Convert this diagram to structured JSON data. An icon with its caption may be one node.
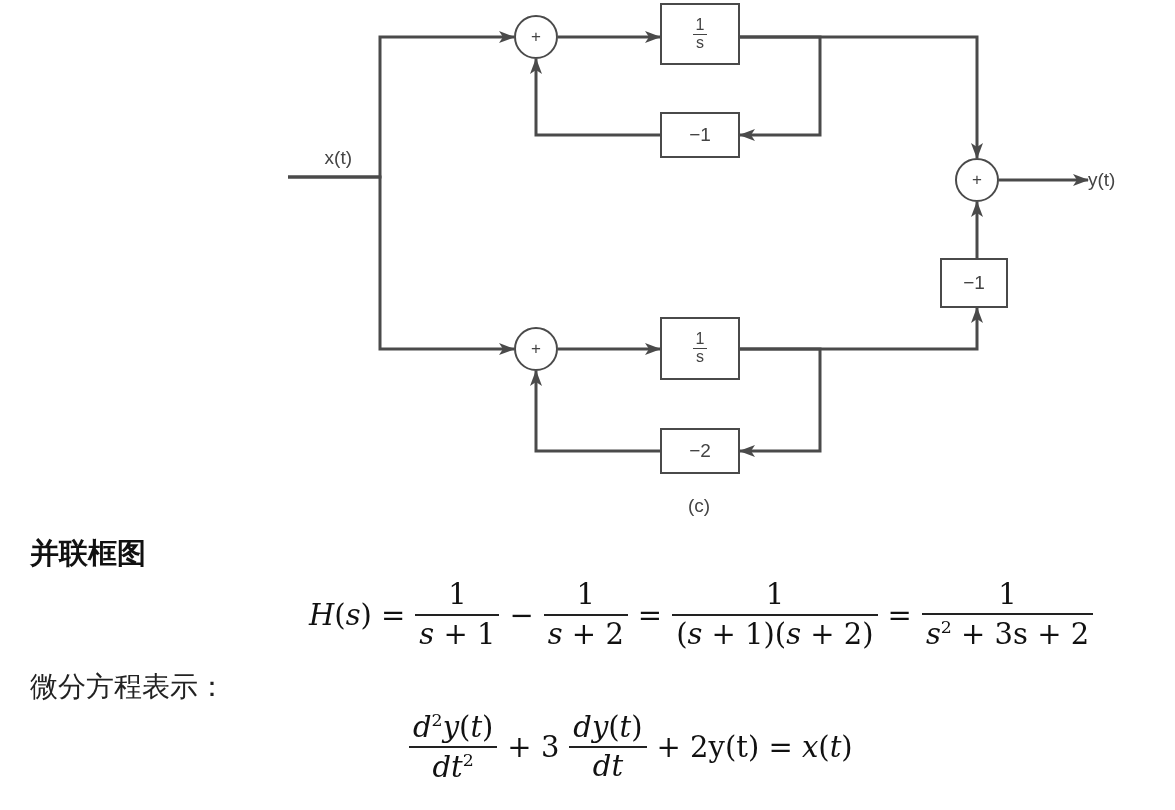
{
  "diagram": {
    "nodes": [
      {
        "text": [
          "x(t)"
        ]
      },
      {
        "text": [
          "+"
        ]
      },
      {
        "text": [
          "1",
          "s"
        ]
      },
      {
        "text": [
          "−1"
        ]
      },
      {
        "text": [
          "+"
        ]
      },
      {
        "text": [
          "y(t)"
        ]
      },
      {
        "text": [
          "−1"
        ]
      },
      {
        "text": [
          "+"
        ]
      },
      {
        "text": [
          "1",
          "s"
        ]
      },
      {
        "text": [
          "−2"
        ]
      }
    ],
    "edges": [
      {
        "from": 0,
        "to": 1,
        "arrow": "to"
      },
      {
        "from": 0,
        "to": 7,
        "arrow": "to"
      },
      {
        "from": 1,
        "to": 2,
        "arrow": "to"
      },
      {
        "from": 2,
        "to": 4,
        "arrow": "to"
      },
      {
        "from": 2,
        "to": 3,
        "arrow": "to"
      },
      {
        "from": 3,
        "to": 1,
        "arrow": "to"
      },
      {
        "from": 4,
        "to": 5,
        "arrow": "to"
      },
      {
        "from": 7,
        "to": 8,
        "arrow": "to"
      },
      {
        "from": 8,
        "to": 6,
        "arrow": "to"
      },
      {
        "from": 6,
        "to": 4,
        "arrow": "to"
      },
      {
        "from": 8,
        "to": 9,
        "arrow": "to"
      },
      {
        "from": 9,
        "to": 7,
        "arrow": "to"
      }
    ],
    "labels": [
      "(c)",
      "并联框图",
      "*H*(*s*) =",
      "1",
      "*s* + 1",
      "−",
      "1",
      "*s* + 2",
      "=",
      "1",
      "(*s* + 1)(*s* + 2)",
      "=",
      "1",
      "*s*$^{2}$ + 3s + 2",
      "微分方程表示：",
      "*d*$^{2}$*y*(*t*)",
      "*dt*$^{2}$",
      "+ 3",
      "*dy*(*t*)",
      "*dt*",
      "+ 2y(t) = *x*(*t*)"
    ]
  }
}
